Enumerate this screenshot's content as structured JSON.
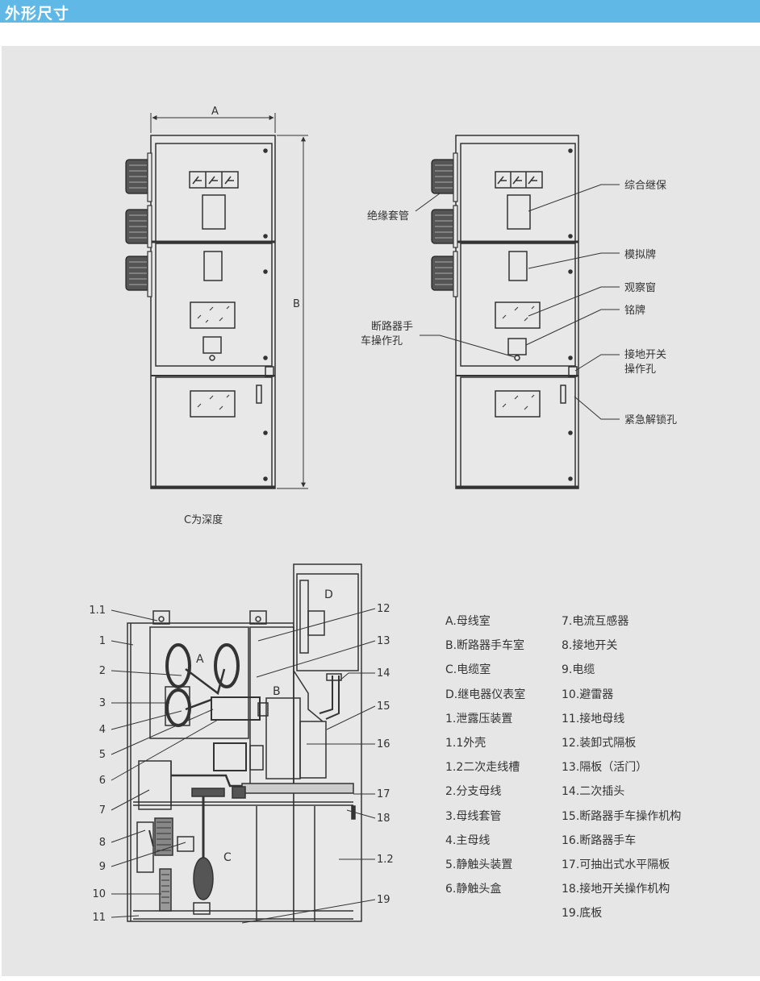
{
  "header": {
    "title": "外形尺寸"
  },
  "front_view": {
    "dim_a": "A",
    "dim_b": "B",
    "depth_note": "C为深度"
  },
  "annotated_view": {
    "labels": {
      "relay_protection": "综合继保",
      "insulating_bushing": "绝缘套管",
      "mimic_panel": "模拟牌",
      "observation_window": "观察窗",
      "nameplate": "铭牌",
      "breaker_hole_line1": "断路器手",
      "breaker_hole_line2": "车操作孔",
      "earthing_switch_line1": "接地开关",
      "earthing_switch_line2": "操作孔",
      "emergency_unlock": "紧急解锁孔"
    }
  },
  "section_view": {
    "compartments": {
      "a": "A",
      "b": "B",
      "c": "C",
      "d": "D"
    },
    "left_numbers": [
      "1.1",
      "1",
      "2",
      "3",
      "4",
      "5",
      "6",
      "7",
      "8",
      "9",
      "10",
      "11"
    ],
    "right_numbers": [
      "12",
      "13",
      "14",
      "15",
      "16",
      "17",
      "18",
      "1.2",
      "19"
    ]
  },
  "legend": {
    "left": [
      "A.母线室",
      "B.断路器手车室",
      "C.电缆室",
      "D.继电器仪表室",
      "1.泄露压装置",
      "1.1外壳",
      "1.2二次走线槽",
      "2.分支母线",
      "3.母线套管",
      "4.主母线",
      "5.静触头装置",
      "6.静触头盒"
    ],
    "right": [
      "7.电流互感器",
      "8.接地开关",
      "9.电缆",
      "10.避雷器",
      "11.接地母线",
      "12.装卸式隔板",
      "13.隔板（活门）",
      "14.二次插头",
      "15.断路器手车操作机构",
      "16.断路器手车",
      "17.可抽出式水平隔板",
      "18.接地开关操作机构",
      "19.底板"
    ]
  }
}
